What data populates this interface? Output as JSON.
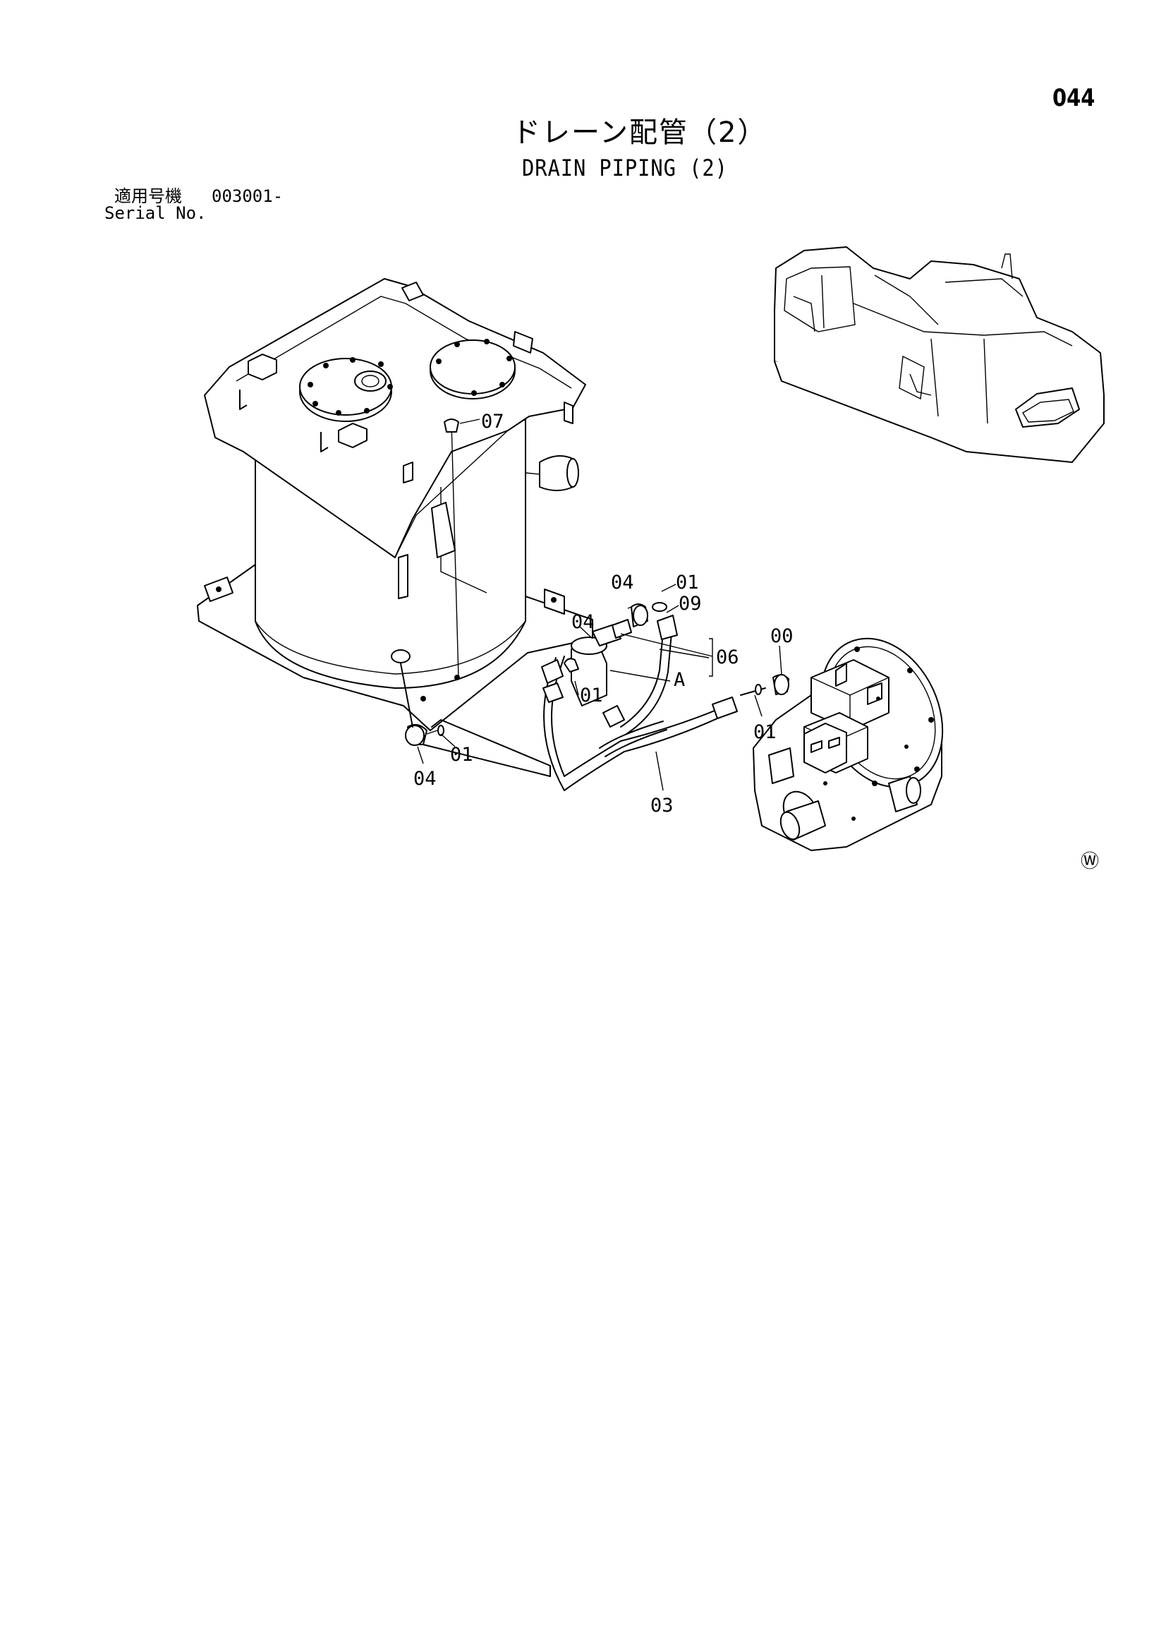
{
  "header": {
    "page_number": "044",
    "title_jp": "ドレーン配管（2）",
    "title_en": "DRAIN PIPING (2)"
  },
  "serial": {
    "label_jp": "適用号機",
    "value": "003001-",
    "label_en": "Serial No."
  },
  "callouts": {
    "c07": "07",
    "c04_top": "04",
    "c01_top": "01",
    "c09": "09",
    "c04_mid": "04",
    "c06": "06",
    "cA": "A",
    "c01_mid": "01",
    "c00": "00",
    "c01_right": "01",
    "c01_bottom": "01",
    "c04_bottom": "04",
    "c03": "03"
  },
  "footer": {
    "mark": "Ⓦ"
  }
}
